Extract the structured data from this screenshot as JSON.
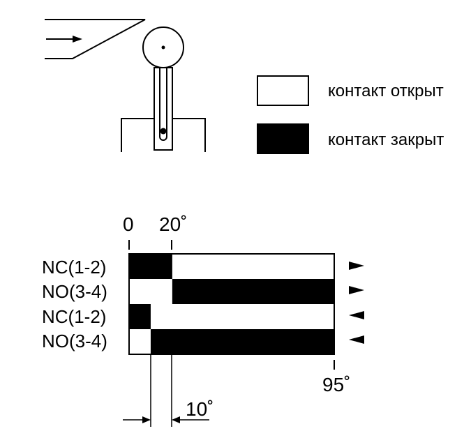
{
  "legend": {
    "open_label": "контакт открыт",
    "closed_label": "контакт закрыт",
    "open_color": "#ffffff",
    "closed_color": "#000000"
  },
  "diagram": {
    "tick_0": "0",
    "tick_20": "20˚",
    "tick_95": "95˚",
    "tick_10": "10˚",
    "ink_color": "#000000"
  },
  "rows": [
    {
      "label": "NC(1-2)",
      "direction": "right",
      "closed_from": 0,
      "closed_to": 20
    },
    {
      "label": "NO(3-4)",
      "direction": "right",
      "closed_from": 20,
      "closed_to": 95
    },
    {
      "label": "NC(1-2)",
      "direction": "left",
      "closed_from": 0,
      "closed_to": 10
    },
    {
      "label": "NO(3-4)",
      "direction": "left",
      "closed_from": 10,
      "closed_to": 95
    }
  ]
}
